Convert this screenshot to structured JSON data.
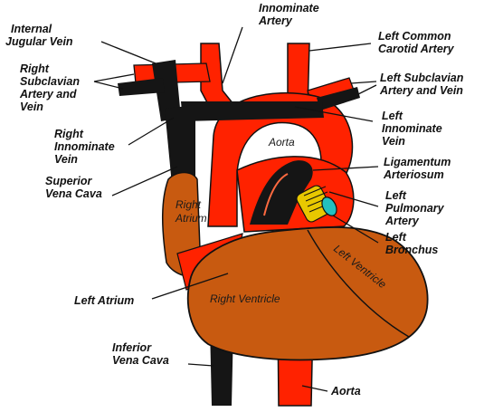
{
  "diagram": {
    "colors": {
      "artery": "#ff2200",
      "muscle": "#c85a10",
      "vein": "#151515",
      "bronchus_ring": "#e8c800",
      "bronchus_end": "#22c0c0",
      "outline": "#111111"
    },
    "labels": {
      "innominate_artery": [
        "Innominate",
        "Artery"
      ],
      "internal_jugular_vein": [
        "Internal",
        "Jugular Vein"
      ],
      "left_common_carotid_artery": [
        "Left Common",
        "Carotid Artery"
      ],
      "right_subclavian": [
        "Right",
        "Subclavian",
        "Artery and",
        "Vein"
      ],
      "left_subclavian": [
        "Left Subclavian",
        "Artery and Vein"
      ],
      "left_innominate_vein": [
        "Left",
        "Innominate",
        "Vein"
      ],
      "right_innominate_vein": [
        "Right",
        "Innominate",
        "Vein"
      ],
      "ligamentum_arteriosum": [
        "Ligamentum",
        "Arteriosum"
      ],
      "superior_vena_cava": [
        "Superior",
        "Vena Cava"
      ],
      "left_pulmonary_artery": [
        "Left",
        "Pulmonary",
        "Artery"
      ],
      "left_bronchus": [
        "Left",
        "Bronchus"
      ],
      "left_atrium": [
        "Left Atrium"
      ],
      "inferior_vena_cava": [
        "Inferior",
        "Vena Cava"
      ],
      "aorta_bottom": [
        "Aorta"
      ]
    },
    "inner_labels": {
      "aorta": "Aorta",
      "right_atrium": [
        "Right",
        "Atrium"
      ],
      "right_ventricle": "Right Ventricle",
      "left_ventricle": "Left Ventricle"
    }
  }
}
